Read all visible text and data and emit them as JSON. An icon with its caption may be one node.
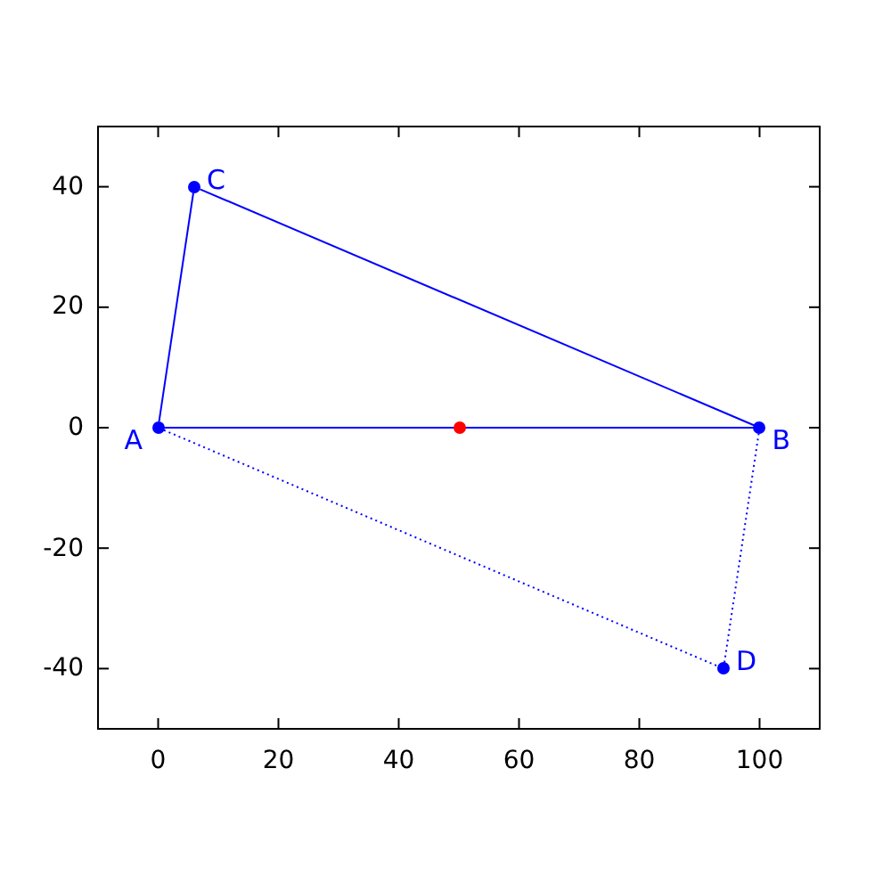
{
  "diagram": {
    "nodes": [
      {
        "text": [],
        "shape": "circle",
        "beside": [
          "A"
        ]
      },
      {
        "text": [],
        "shape": "circle",
        "beside": [
          "B"
        ]
      },
      {
        "text": [],
        "shape": "circle",
        "beside": [
          "C"
        ]
      },
      {
        "text": [],
        "shape": "circle",
        "beside": [
          "D"
        ]
      },
      {
        "text": [],
        "shape": "circle"
      }
    ],
    "edges": [
      {
        "from": 0,
        "to": 1,
        "arrow": "none"
      },
      {
        "from": 1,
        "to": 2,
        "arrow": "none"
      },
      {
        "from": 2,
        "to": 0,
        "arrow": "none"
      },
      {
        "from": 0,
        "to": 3,
        "arrow": "none",
        "style": "dashed"
      },
      {
        "from": 3,
        "to": 1,
        "arrow": "none",
        "style": "dashed"
      }
    ],
    "labels": [
      "40",
      "20",
      "0",
      "-20",
      "-40",
      "0",
      "20",
      "40",
      "60",
      "80",
      "100"
    ]
  }
}
